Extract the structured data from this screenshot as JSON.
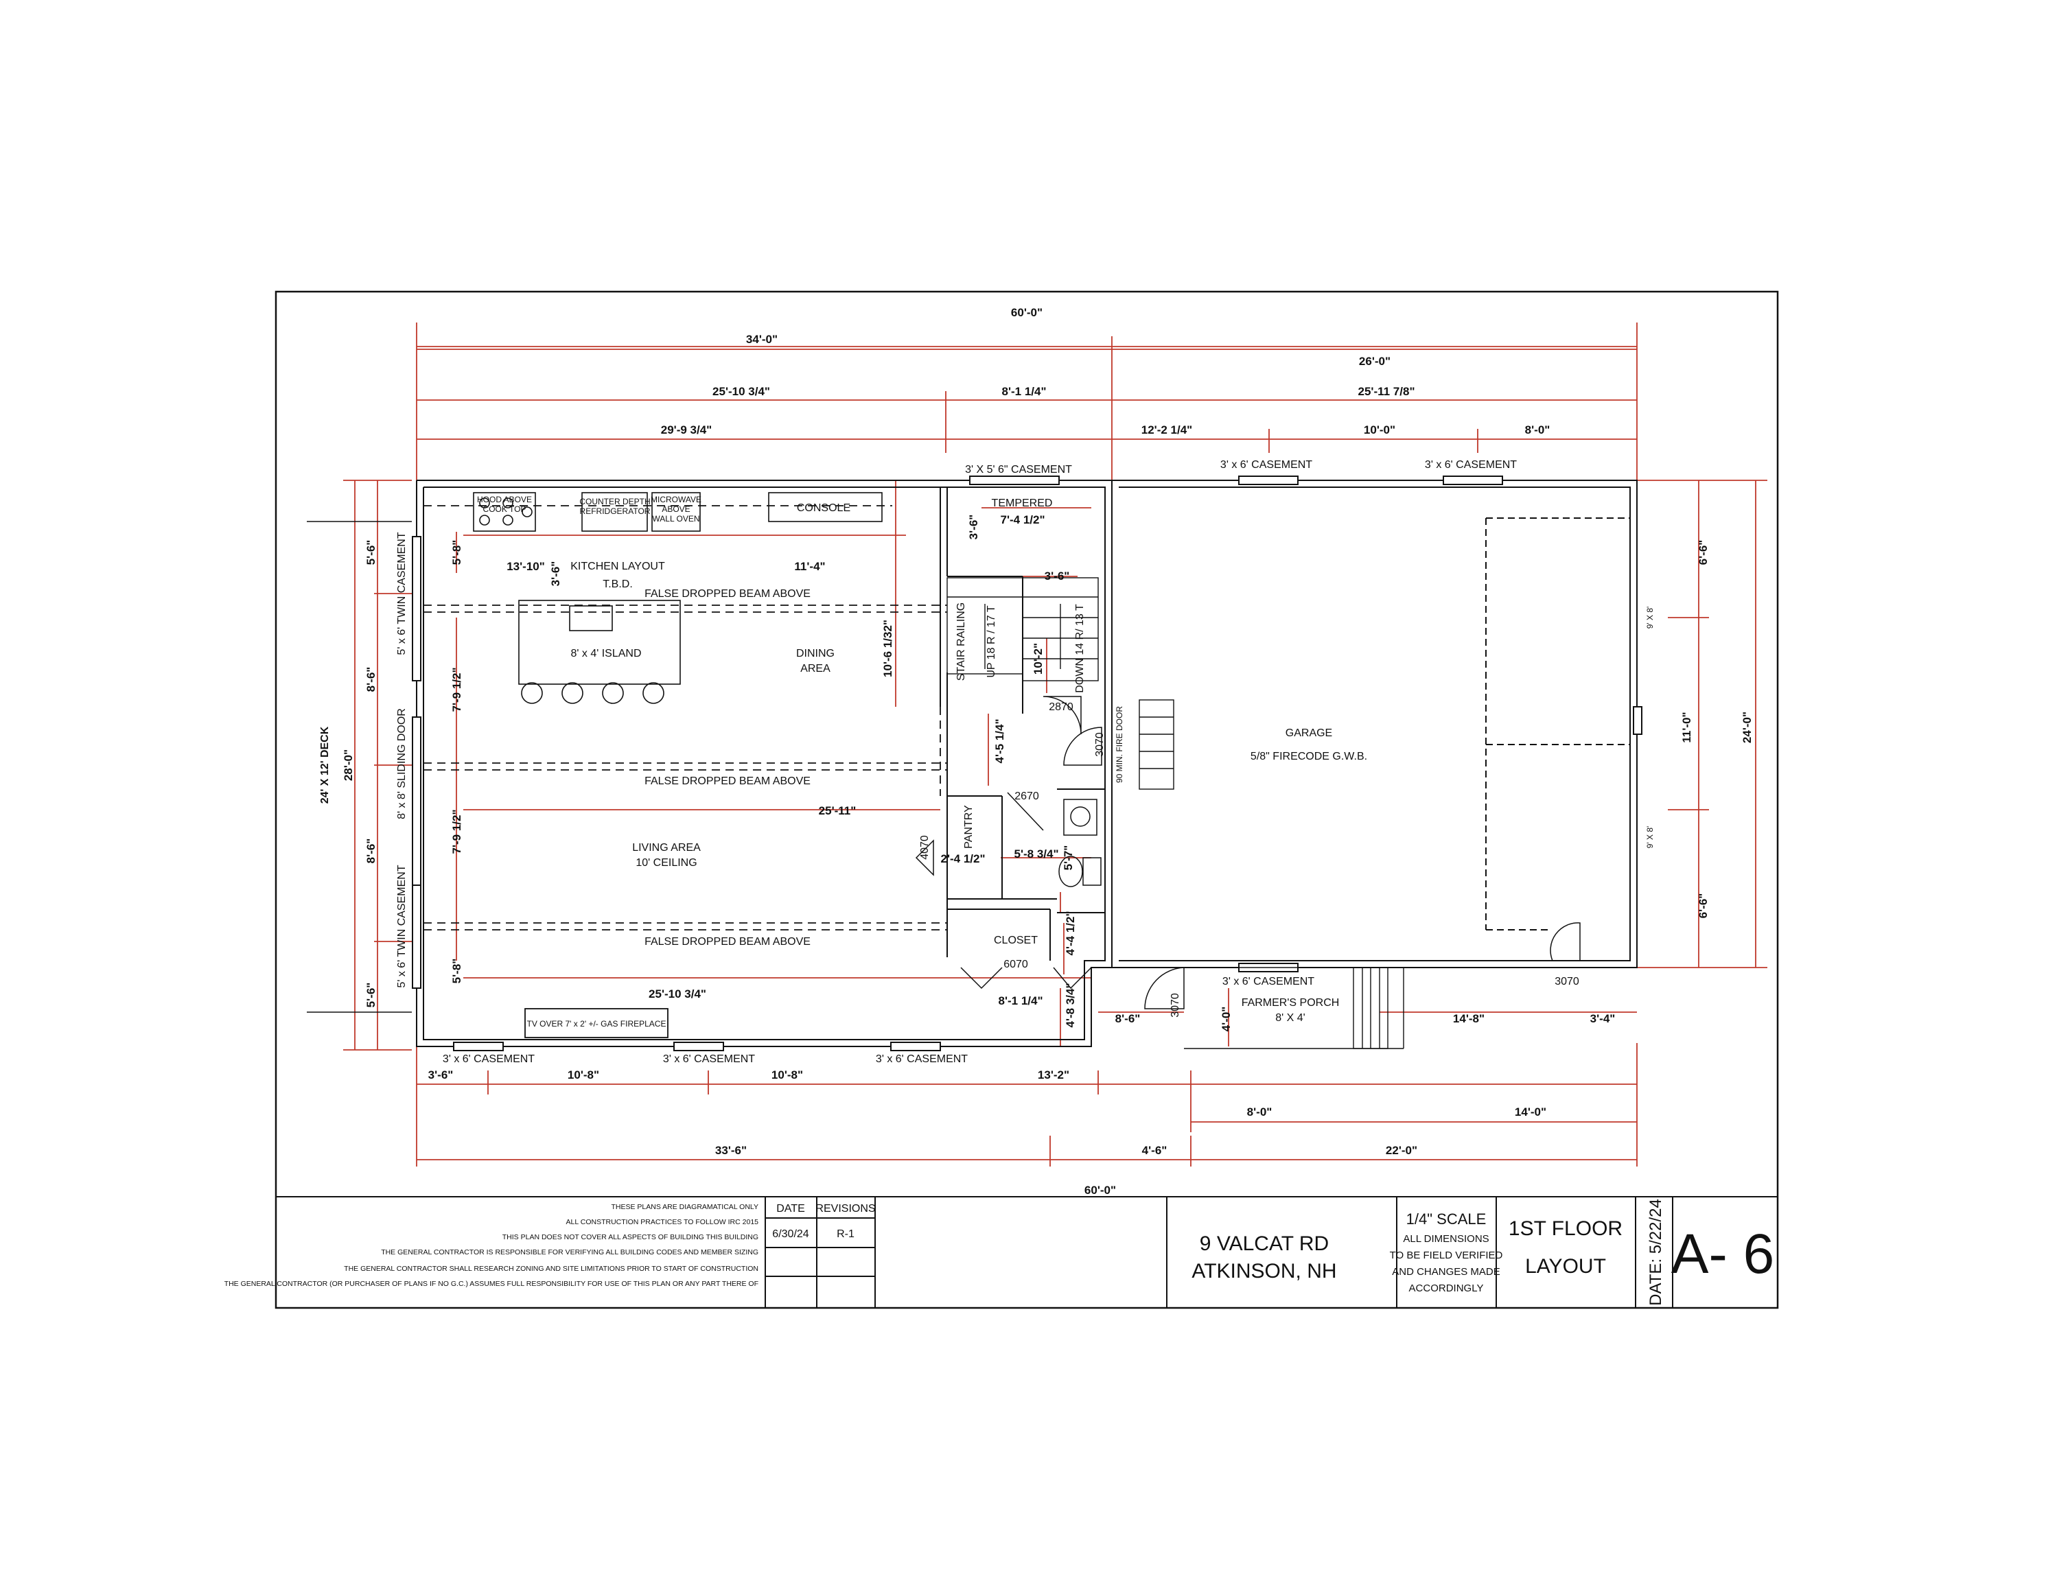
{
  "dimensions_top": {
    "overall": "60'-0\"",
    "left_34": "34'-0\"",
    "right_26": "26'-0\"",
    "r2_a": "25'-10 3/4\"",
    "r2_b": "8'-1 1/4\"",
    "r2_c": "25'-11 7/8\"",
    "r3_a": "29'-9 3/4\"",
    "r3_b": "12'-2 1/4\"",
    "r3_c": "10'-0\"",
    "r3_d": "8'-0\""
  },
  "dimensions_bottom": {
    "b1_a": "3'-6\"",
    "b1_b": "10'-8\"",
    "b1_c": "10'-8\"",
    "b1_d": "13'-2\"",
    "b2_a": "8'-0\"",
    "b2_b": "14'-0\"",
    "b3_a": "33'-6\"",
    "b3_b": "4'-6\"",
    "b3_c": "22'-0\"",
    "overall": "60'-0\""
  },
  "dimensions_left": {
    "d1": "5'-6\"",
    "d2": "8'-6\"",
    "d3": "8'-6\"",
    "d4": "5'-6\"",
    "overall": "28'-0\"",
    "deck": "24' X 12' DECK"
  },
  "dimensions_right": {
    "d1": "6'-6\"",
    "d2": "11'-0\"",
    "d3": "6'-6\"",
    "overall": "24'-0\""
  },
  "interior_dims": {
    "kitchen_top": "5'-8\"",
    "kitchen_w": "13'-10\"",
    "island_gap": "3'-6\"",
    "kitchen_w2": "11'-4\"",
    "dining_h": "10'-6 1/32\"",
    "living_upper": "7'-9 1/2\"",
    "living_lower": "7'-9 1/2\"",
    "beam_len": "25'-11\"",
    "bottom_left": "5'-8\"",
    "interior_bottom": "25'-10 3/4\"",
    "stair_top": "3'-6\"",
    "tempered_w": "7'-4 1/2\"",
    "stair_left": "3'-6\"",
    "stair_mid": "10'-2\"",
    "hall_v": "4'-5 1/4\"",
    "pantry_w": "2'-4 1/2\"",
    "bath_w": "5'-8 3/4\"",
    "bath_v": "5'-7\"",
    "closet_v": "4'-4 1/2\"",
    "entry_v": "4'-8 3/4\"",
    "hall_w": "8'-1 1/4\"",
    "porch_l": "8'-6\"",
    "porch_v": "4'-0\"",
    "porch_w": "14'-8\"",
    "garage_door_off": "3'-4\""
  },
  "windows": {
    "top_kitchen": "3' X 5' 6\" CASEMENT",
    "top_garage_1": "3' x 6' CASEMENT",
    "top_garage_2": "3' x 6' CASEMENT",
    "left_upper": "5' x 6' TWIN CASEMENT",
    "left_sliding": "8' x 8' SLIDING DOOR",
    "left_lower": "5' x 6' TWIN CASEMENT",
    "bottom_1": "3' x 6' CASEMENT",
    "bottom_2": "3' x 6' CASEMENT",
    "bottom_3": "3' x 6' CASEMENT",
    "garage_bottom": "3' x 6' CASEMENT"
  },
  "labels": {
    "hood": "HOOD ABOVE",
    "cooktop": "COOK TOP",
    "fridge_1": "COUNTER DEPTH",
    "fridge_2": "REFRIDGERATOR",
    "micro_1": "MICROWAVE",
    "micro_2": "ABOVE",
    "micro_3": "WALL OVEN",
    "console": "CONSOLE",
    "tempered": "TEMPERED",
    "kitchen_1": "KITCHEN LAYOUT",
    "kitchen_2": "T.B.D.",
    "beam": "FALSE DROPPED BEAM ABOVE",
    "island": "8' x 4' ISLAND",
    "dining_1": "DINING",
    "dining_2": "AREA",
    "stair_railing": "STAIR RAILING",
    "stair_up": "UP 18 R / 17 T",
    "stair_down": "DOWN 14 R/ 13 T",
    "door_2870": "2870",
    "door_3070a": "3070",
    "fire_door": "90 MIN. FIRE DOOR",
    "garage_1": "GARAGE",
    "garage_2": "5/8\" FIRECODE G.W.B.",
    "garage_door_1": "9' X 8'",
    "garage_door_2": "9' X 8'",
    "door_2670": "2670",
    "pantry": "PANTRY",
    "door_4070": "4070",
    "living_1": "LIVING AREA",
    "living_2": "10' CEILING",
    "closet": "CLOSET",
    "door_6070": "6070",
    "door_3070b": "3070",
    "door_3070c": "3070",
    "porch_1": "FARMER'S PORCH",
    "porch_2": "8' X 4'",
    "fireplace": "TV OVER 7' x 2' +/- GAS FIREPLACE"
  },
  "title_block": {
    "notes": [
      "THESE PLANS ARE DIAGRAMATICAL ONLY",
      "ALL CONSTRUCTION PRACTICES TO FOLLOW IRC 2015",
      "THIS PLAN DOES NOT COVER ALL ASPECTS OF BUILDING THIS BUILDING",
      "THE GENERAL CONTRACTOR IS RESPONSIBLE FOR VERIFYING ALL BUILDING CODES AND MEMBER SIZING",
      "THE GENERAL CONTRACTOR SHALL RESEARCH ZONING AND SITE LIMITATIONS PRIOR TO START OF CONSTRUCTION",
      "THE GENERAL CONTRACTOR (OR PURCHASER OF PLANS IF NO G.C.) ASSUMES FULL RESPONSIBILITY FOR USE OF THIS PLAN OR ANY PART THERE OF"
    ],
    "date_header": "DATE",
    "revisions_header": "REVISIONS",
    "date_1": "6/30/24",
    "revision_1": "R-1",
    "address_1": "9 VALCAT RD",
    "address_2": "ATKINSON, NH",
    "scale_1": "1/4\" SCALE",
    "scale_2": "ALL DIMENSIONS",
    "scale_3": "TO BE FIELD VERIFIED",
    "scale_4": "AND CHANGES MADE",
    "scale_5": "ACCORDINGLY",
    "sheet_1": "1ST FLOOR",
    "sheet_2": "LAYOUT",
    "date_sheet": "DATE: 5/22/24",
    "sheet_number": "A- 6"
  },
  "colors": {
    "ink": "#111111",
    "dimension": "#c0392b"
  }
}
